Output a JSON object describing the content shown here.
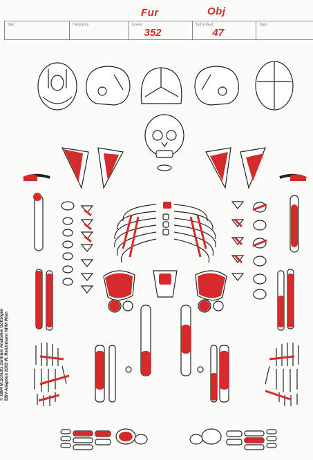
{
  "annotations": {
    "top_left_word": "Fur",
    "top_right_word": "Obj"
  },
  "header": {
    "site_label": "Site:",
    "cemetery_label": "Cemetery:",
    "grave_label": "Grave:",
    "grave_value": "352",
    "individual_label": "Individual:",
    "individual_value": "47",
    "date_label": "Date:"
  },
  "credit": {
    "line1": "© 1994 M.Schultz Zentrum Anatomie  Göttingen",
    "line2": "EBV-Adaption 2003 W. Reichmann  NHM Wien"
  },
  "colors": {
    "marking": "#d42a2a",
    "outline": "#222222"
  }
}
